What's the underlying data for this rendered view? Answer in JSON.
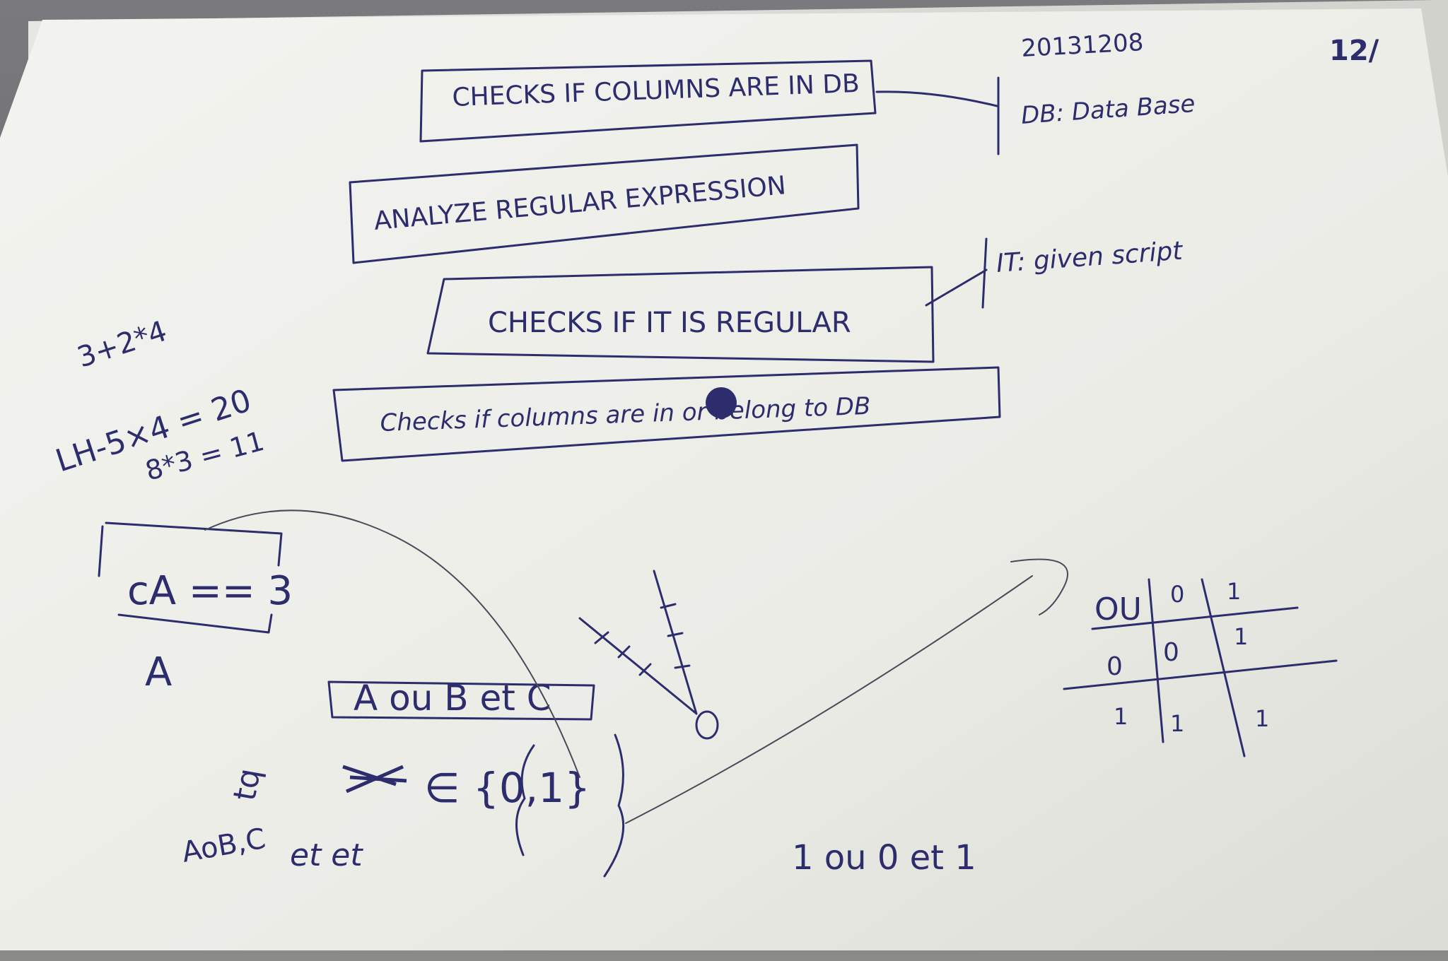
{
  "notes": {
    "date": "20131208",
    "page_mark": "12/",
    "box1": "CHECKS IF COLUMNS ARE IN DB",
    "box1_annotation": "DB: Data Base",
    "box2": "ANALYZE REGULAR EXPRESSION",
    "box3": "CHECKS IF IT IS REGULAR",
    "box3_annotation": "IT: given script",
    "box4": "Checks if columns are in or belong to DB"
  },
  "math": {
    "line1": "3+2*4",
    "line2": "LH-5×4 = 20",
    "line3": "8*3 = 11",
    "expr_box": "cA == 3",
    "expr_below": "A",
    "aoubetc": "A ou B et C",
    "tq_label": "tq",
    "membership": "∈ {0,1}",
    "aobc": "AoB,C",
    "etcet": "et et",
    "result_line": "1 ou 0 et 1"
  },
  "truth_table": {
    "header": [
      "OU",
      "0",
      "1"
    ],
    "rows": [
      [
        "0",
        "0",
        "1"
      ],
      [
        "1",
        "1",
        "1"
      ]
    ]
  },
  "colors": {
    "paper": "#f1f1ed",
    "ink": "#2d2d6e",
    "pencil": "#4a4a58"
  }
}
